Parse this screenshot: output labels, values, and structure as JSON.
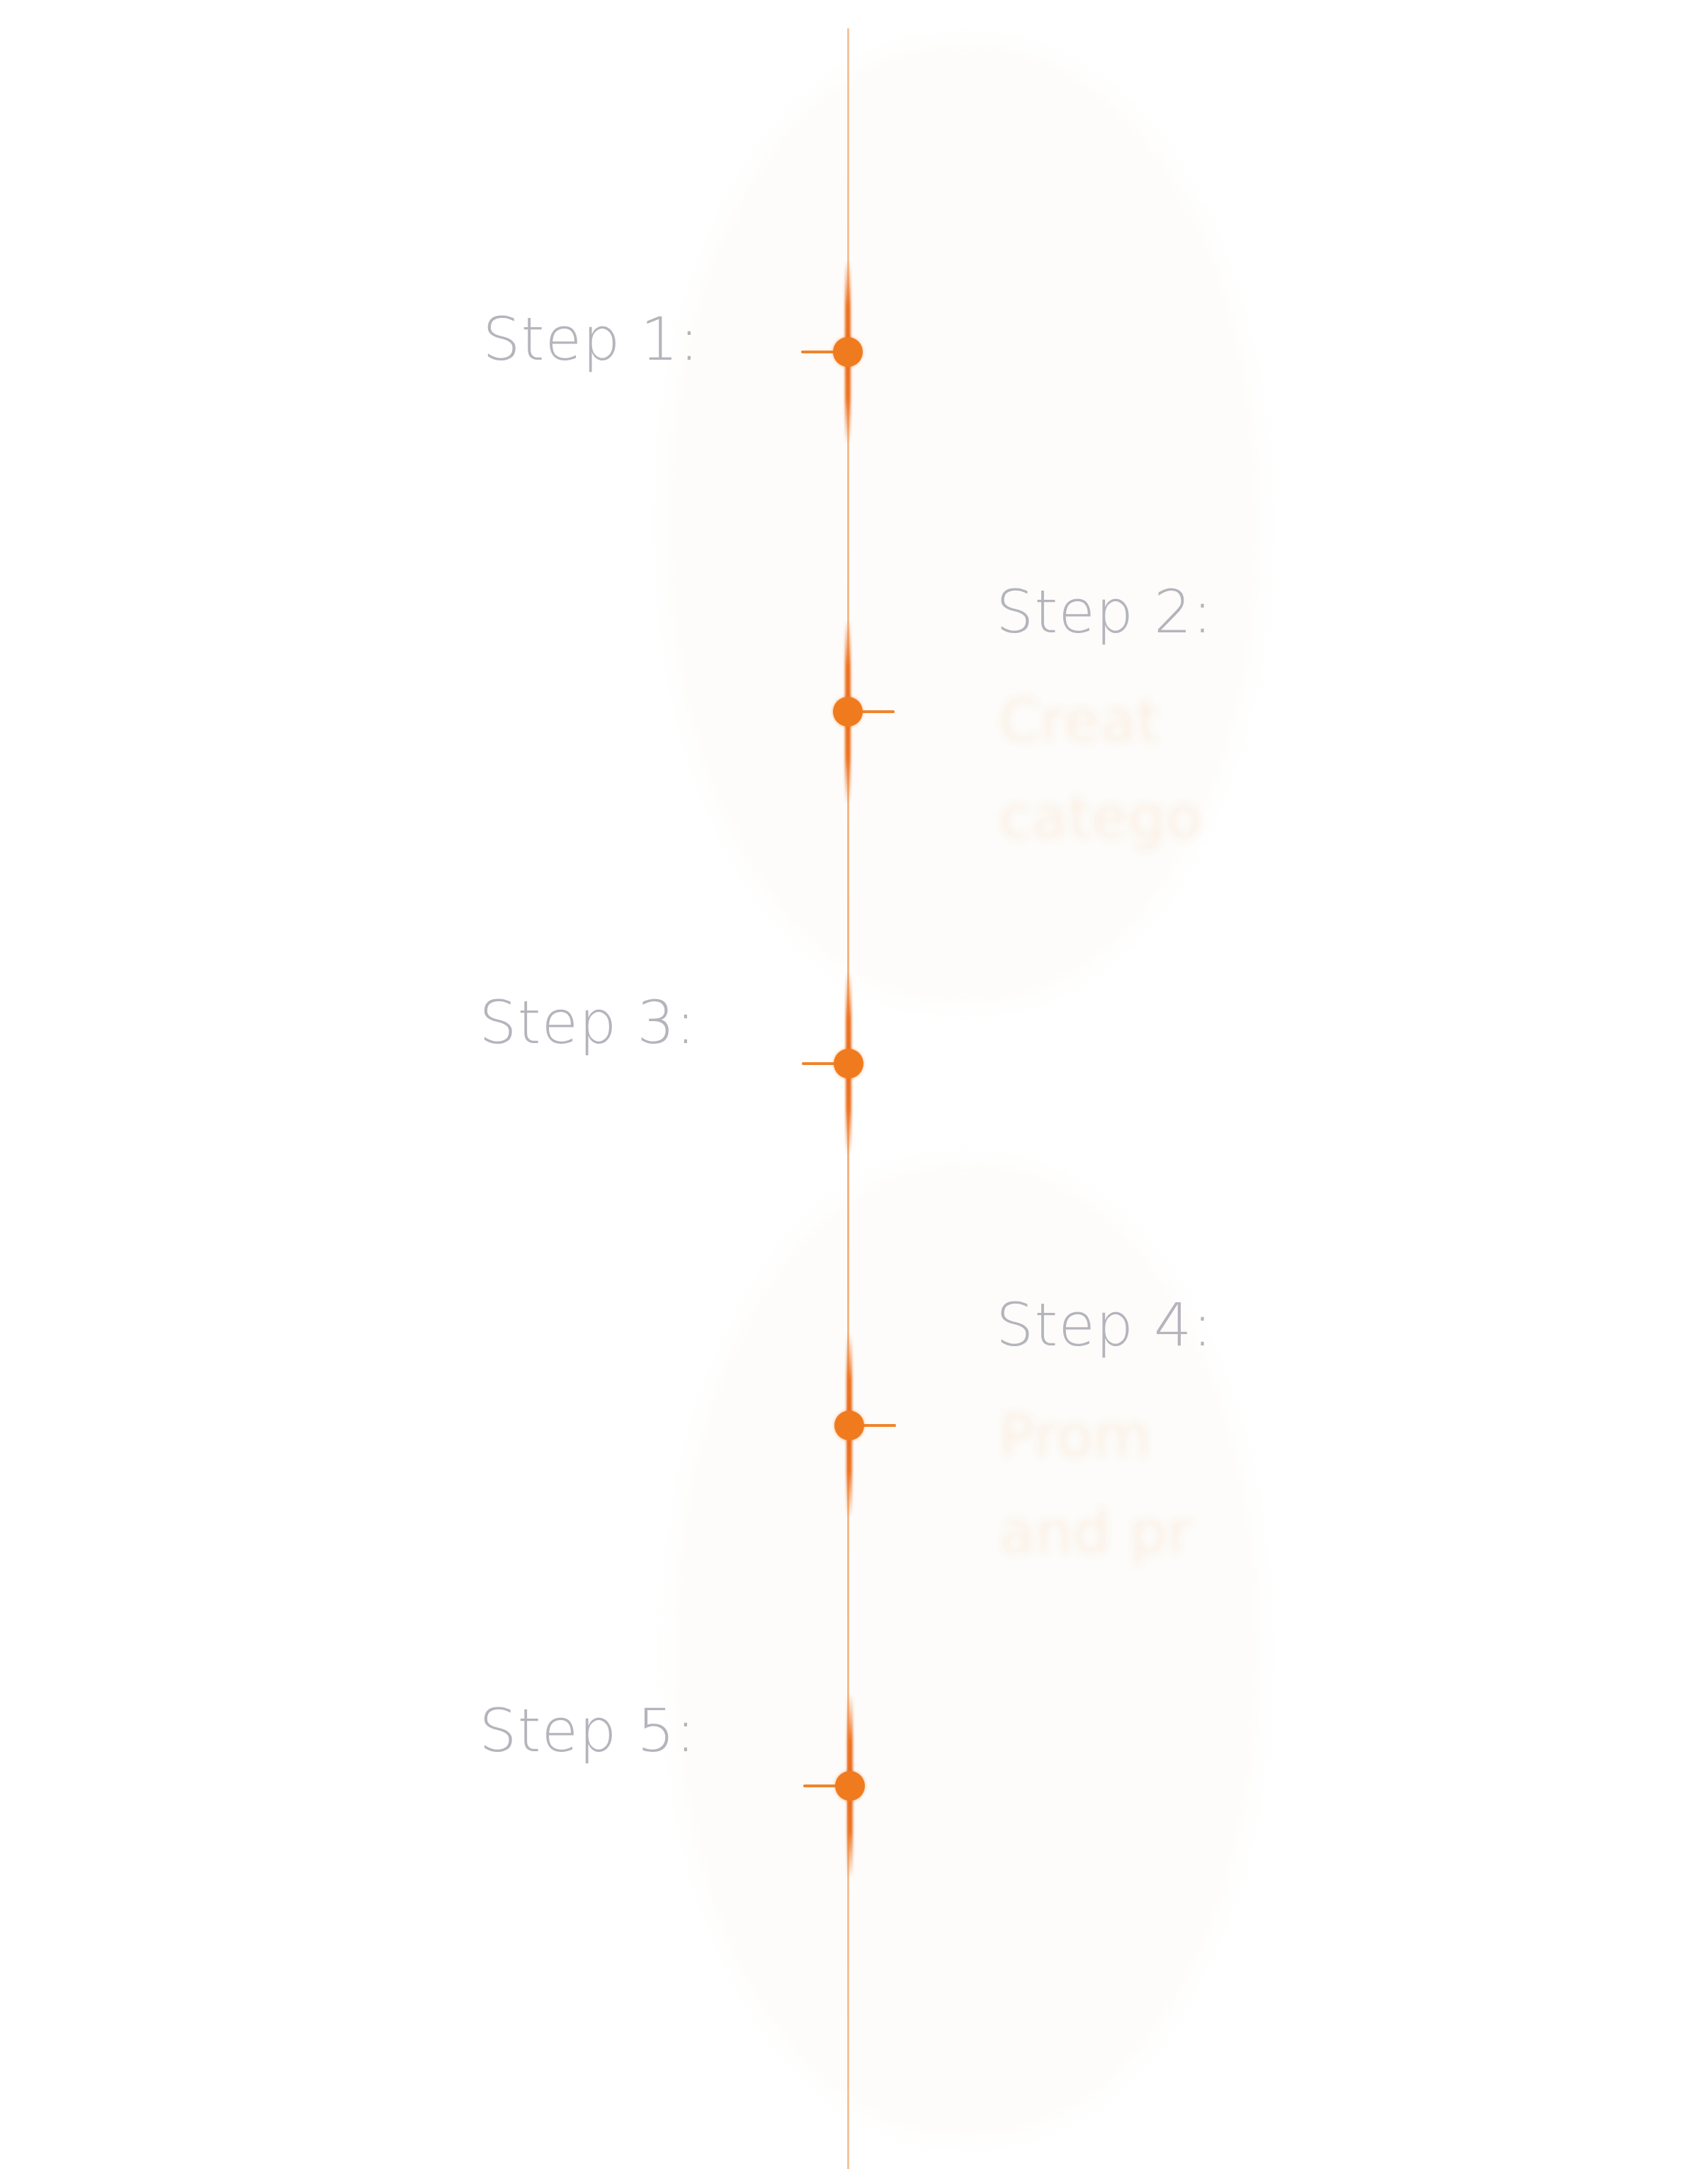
{
  "accent_color": "#f07a1e",
  "line_color": "#f4b27c",
  "label_color": "#b4b4bc",
  "steps": [
    {
      "label": "Step 1:",
      "side": "left"
    },
    {
      "label": "Step 2:",
      "side": "right",
      "ghost_text": "Creat\ncatego"
    },
    {
      "label": "Step 3:",
      "side": "left"
    },
    {
      "label": "Step 4:",
      "side": "right",
      "ghost_text": "Prom\nand pr"
    },
    {
      "label": "Step 5:",
      "side": "left"
    }
  ]
}
